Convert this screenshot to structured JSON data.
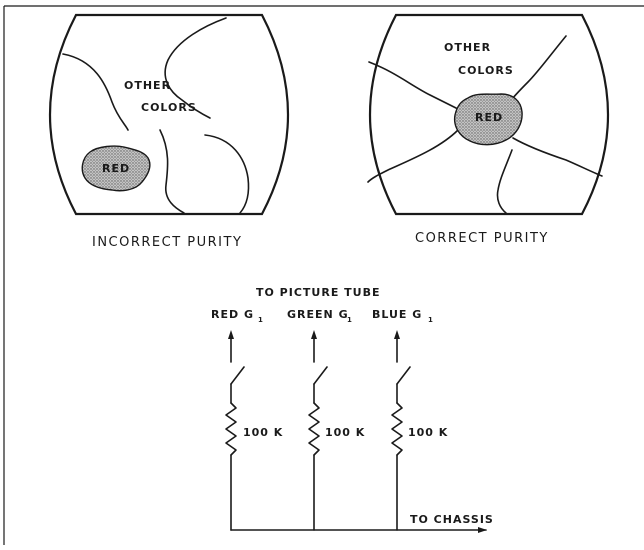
{
  "screens": {
    "incorrect": {
      "caption": "INCORRECT PURITY",
      "other_colors_line1": "OTHER",
      "other_colors_line2": "COLORS",
      "red_label": "RED"
    },
    "correct": {
      "caption": "CORRECT PURITY",
      "other_colors_line1": "OTHER",
      "other_colors_line2": "COLORS",
      "red_label": "RED"
    }
  },
  "circuit": {
    "title": "TO PICTURE TUBE",
    "grids": [
      {
        "label": "RED G",
        "subscript": "1",
        "resistor": "100 K"
      },
      {
        "label": "GREEN G",
        "subscript": "1",
        "resistor": "100 K"
      },
      {
        "label": "BLUE G",
        "subscript": "1",
        "resistor": "100 K"
      }
    ],
    "ground_label": "TO CHASSIS"
  },
  "colors": {
    "ink": "#1a1a1a",
    "red_patch_fill": "#b9b9b9"
  }
}
